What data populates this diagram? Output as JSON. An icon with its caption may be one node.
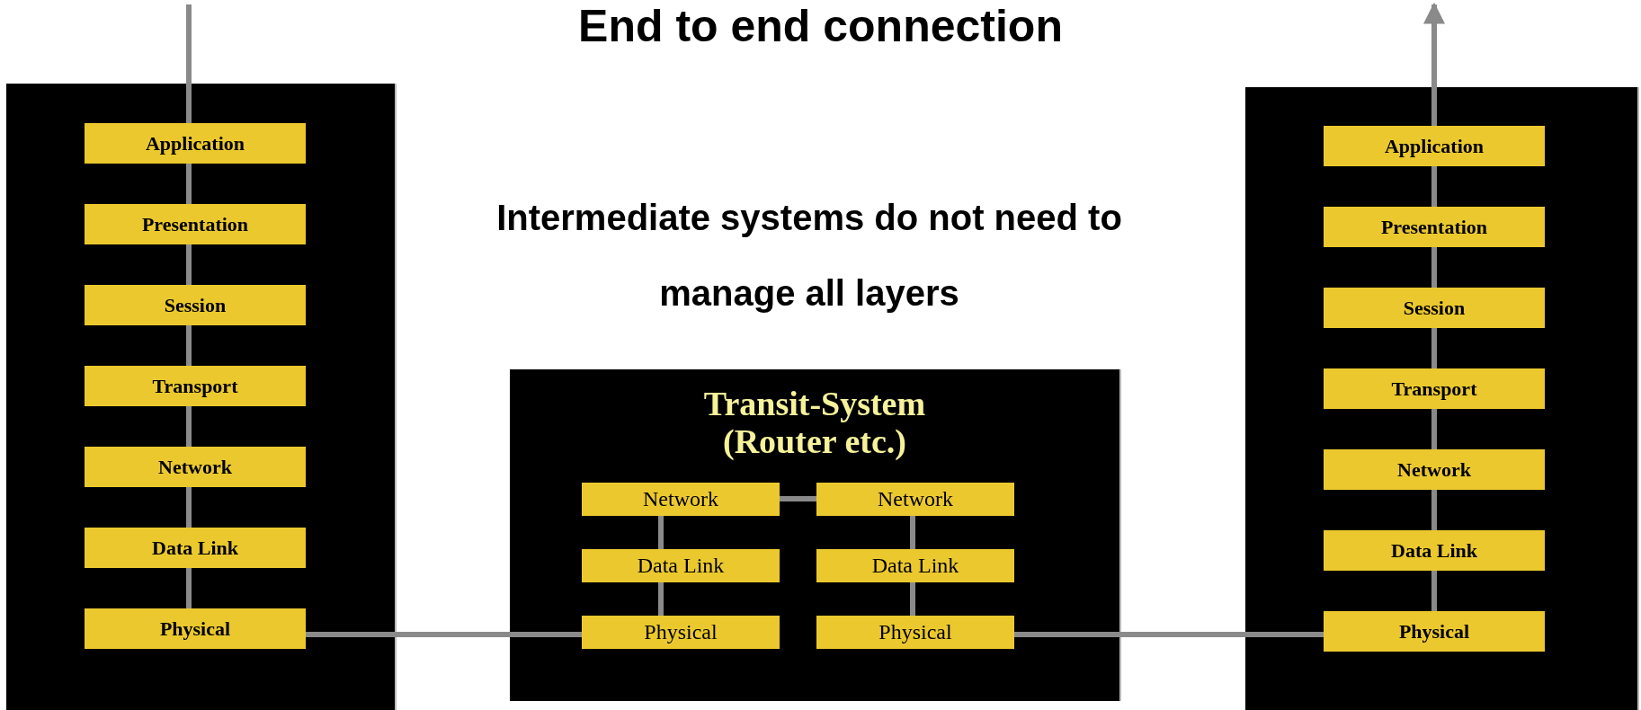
{
  "diagram": {
    "title": "End to end connection",
    "nodes": [
      {
        "text": [],
        "shape": "box"
      },
      {
        "text": [
          "Application"
        ],
        "in": 0
      },
      {
        "text": [
          "Presentation"
        ],
        "in": 0
      },
      {
        "text": [
          "Session"
        ],
        "in": 0
      },
      {
        "text": [
          "Transport"
        ],
        "in": 0
      },
      {
        "text": [
          "Network"
        ],
        "in": 0
      },
      {
        "text": [
          "Data Link"
        ],
        "in": 0
      },
      {
        "text": [
          "Physical"
        ],
        "in": 0
      },
      {
        "text": [
          "Transit-System (Router etc.)"
        ]
      },
      {
        "text": [
          "Network"
        ],
        "in": 8
      },
      {
        "text": [
          "Data Link"
        ],
        "in": 8
      },
      {
        "text": [
          "Physical"
        ],
        "in": 8
      },
      {
        "text": [
          "Network"
        ],
        "in": 8
      },
      {
        "text": [
          "Data Link"
        ],
        "in": 8
      },
      {
        "text": [
          "Physical"
        ],
        "in": 8
      },
      {
        "text": [],
        "shape": "box"
      },
      {
        "text": [
          "Application"
        ],
        "in": 15
      },
      {
        "text": [
          "Presentation"
        ],
        "in": 15
      },
      {
        "text": [
          "Session"
        ],
        "in": 15
      },
      {
        "text": [
          "Transport"
        ],
        "in": 15
      },
      {
        "text": [
          "Network"
        ],
        "in": 15
      },
      {
        "text": [
          "Data Link"
        ],
        "in": 15
      },
      {
        "text": [
          "Physical"
        ],
        "in": 15
      }
    ],
    "edges": [
      {
        "from": null,
        "to": 1,
        "arrow": "none"
      },
      {
        "from": 1,
        "to": 2,
        "arrow": "none"
      },
      {
        "from": 2,
        "to": 3,
        "arrow": "none"
      },
      {
        "from": 3,
        "to": 4,
        "arrow": "none"
      },
      {
        "from": 4,
        "to": 5,
        "arrow": "none"
      },
      {
        "from": 5,
        "to": 6,
        "arrow": "none"
      },
      {
        "from": 6,
        "to": 7,
        "arrow": "none"
      },
      {
        "from": 7,
        "to": 11,
        "arrow": "none"
      },
      {
        "from": 11,
        "to": 10,
        "arrow": "none"
      },
      {
        "from": 10,
        "to": 9,
        "arrow": "none"
      },
      {
        "from": 9,
        "to": 12,
        "arrow": "none"
      },
      {
        "from": 12,
        "to": 13,
        "arrow": "none"
      },
      {
        "from": 13,
        "to": 14,
        "arrow": "none"
      },
      {
        "from": 14,
        "to": 22,
        "arrow": "none"
      },
      {
        "from": 22,
        "to": 21,
        "arrow": "none"
      },
      {
        "from": 21,
        "to": 20,
        "arrow": "none"
      },
      {
        "from": 20,
        "to": 19,
        "arrow": "none"
      },
      {
        "from": 19,
        "to": 18,
        "arrow": "none"
      },
      {
        "from": 18,
        "to": 17,
        "arrow": "none"
      },
      {
        "from": 17,
        "to": 16,
        "arrow": "none"
      },
      {
        "from": 16,
        "to": null,
        "arrow": "to"
      }
    ],
    "labels": [
      "Intermediate systems do not need to manage all layers"
    ]
  }
}
